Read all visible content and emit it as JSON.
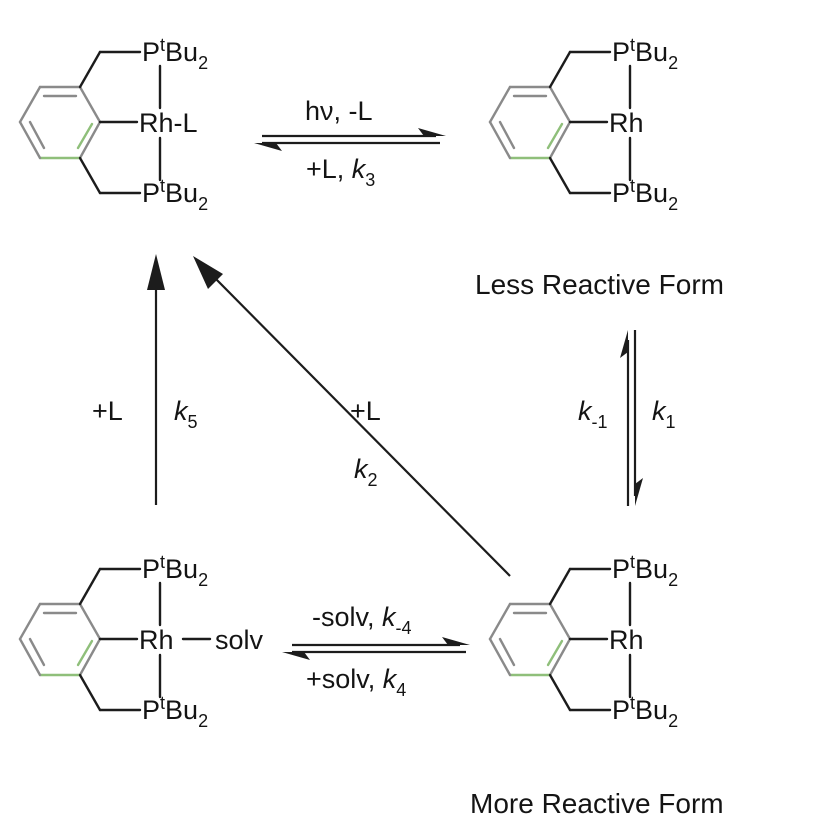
{
  "molecules": {
    "top_left": {
      "p_top": "PtBu2",
      "metal": "Rh-L",
      "p_bottom": "PtBu2"
    },
    "top_right": {
      "p_top": "PtBu2",
      "metal": "Rh",
      "p_bottom": "PtBu2"
    },
    "bottom_left": {
      "p_top": "PtBu2",
      "metal": "Rh",
      "ligand": "solv",
      "p_bottom": "PtBu2"
    },
    "bottom_right": {
      "p_top": "PtBu2",
      "metal": "Rh",
      "p_bottom": "PtBu2"
    }
  },
  "captions": {
    "less_reactive": "Less Reactive Form",
    "more_reactive": "More Reactive Form"
  },
  "arrows": {
    "top_forward": "hν, -L",
    "top_reverse_prefix": "+L, ",
    "top_reverse_k": "k",
    "top_reverse_sub": "3",
    "right_reverse_k": "k",
    "right_reverse_sub": "-1",
    "right_forward_k": "k",
    "right_forward_sub": "1",
    "bottom_forward_prefix": "-solv, ",
    "bottom_forward_k": "k",
    "bottom_forward_sub": "-4",
    "bottom_reverse_prefix": "+solv, ",
    "bottom_reverse_k": "k",
    "bottom_reverse_sub": "4",
    "left_reagent": "+L",
    "left_k": "k",
    "left_sub": "5",
    "diag_reagent": "+L",
    "diag_k": "k",
    "diag_sub": "2"
  },
  "pincer_parts": {
    "p": "P",
    "sup": "t",
    "bu": "Bu",
    "sub": "2"
  }
}
